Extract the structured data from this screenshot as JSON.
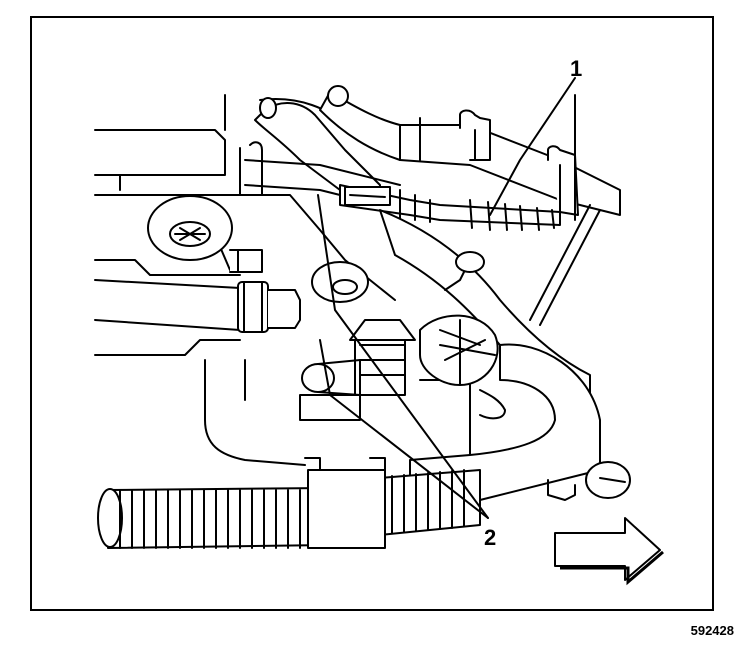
{
  "figure": {
    "callouts": [
      {
        "label": "1",
        "part": "hose-clamp-with-spring"
      },
      {
        "label": "2",
        "part": "connector-on-line"
      }
    ],
    "figure_number": "592428",
    "direction_indicator": "arrow-right-icon",
    "colors": {
      "ink": "#000000",
      "paper": "#ffffff",
      "fill_light": "#e8e8e8"
    }
  }
}
